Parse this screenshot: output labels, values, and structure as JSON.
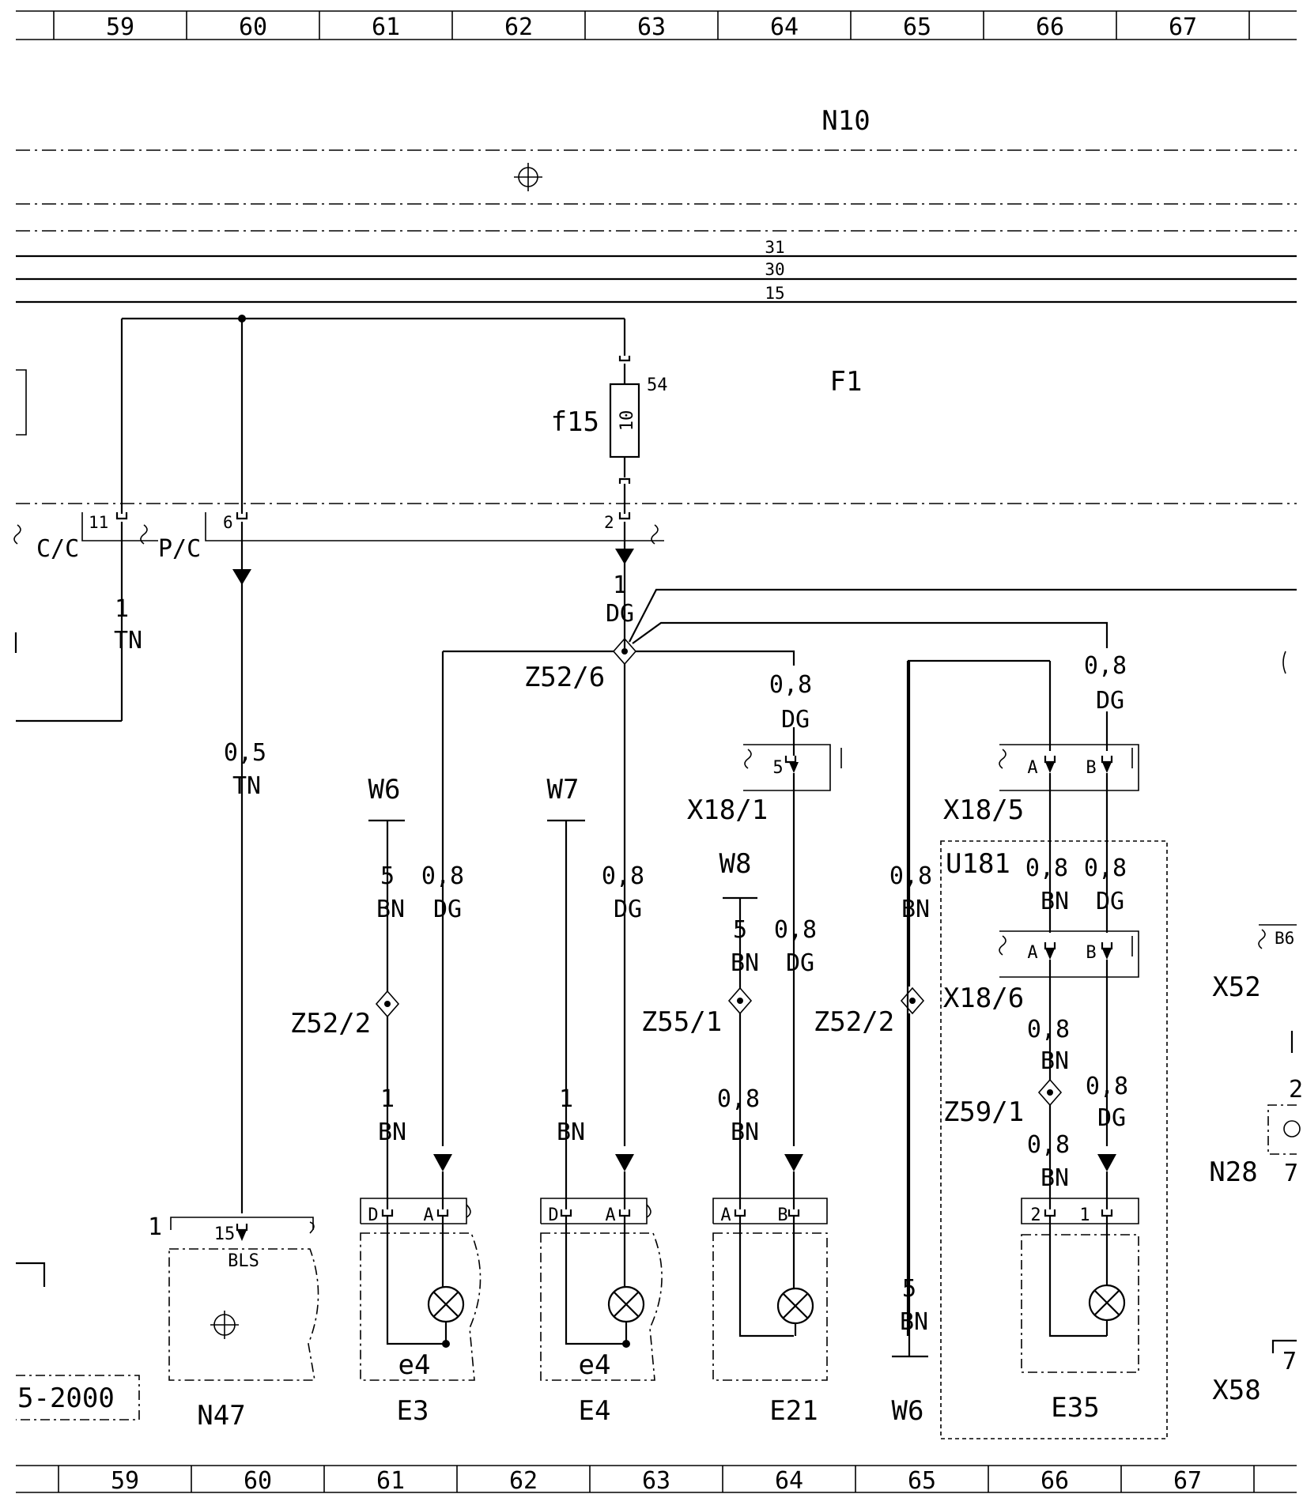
{
  "grid": {
    "columns": [
      "59",
      "60",
      "61",
      "62",
      "63",
      "64",
      "65",
      "66",
      "67"
    ]
  },
  "modules": {
    "n10": "N10",
    "f1": "F1",
    "n47": "N47",
    "e3": "E3",
    "e4": "E4",
    "e21": "E21",
    "e35": "E35",
    "u181": "U181",
    "x52": "X52",
    "n28": "N28",
    "x58": "X58",
    "e4_sub_a": "e4",
    "e4_sub_b": "e4",
    "date_fragment": "5-2000"
  },
  "bus": {
    "l31": "31",
    "l30": "30",
    "l15": "15"
  },
  "fuse": {
    "name": "f15",
    "rating": "10",
    "pin": "54"
  },
  "connectors": {
    "cc": "C/C",
    "pc": "P/C",
    "cc_pin": "11",
    "pc_pin": "6",
    "fuse_out_pin": "2",
    "x18_1": "X18/1",
    "x18_1_pin": "5",
    "x18_5": "X18/5",
    "x18_6": "X18/6",
    "pin_a": "A",
    "pin_b": "B",
    "pin_d": "D",
    "pin_1": "1",
    "pin_2": "2",
    "n47_left_pin": "1",
    "n47_pin": "15",
    "n47_pin_label": "BLS",
    "x52_pin": "B6",
    "n28_pin_top": "2",
    "n28_pin_bot": "7",
    "x58_pin": "7"
  },
  "splices": {
    "z52_6": "Z52/6",
    "z52_2a": "Z52/2",
    "z55_1": "Z55/1",
    "z52_2b": "Z52/2",
    "z59_1": "Z59/1"
  },
  "grounds": {
    "w6a": "W6",
    "w7": "W7",
    "w8": "W8",
    "w6b": "W6"
  },
  "wires": {
    "tn_cc": {
      "size": "1",
      "color": "TN"
    },
    "tn_pc": {
      "size": "0,5",
      "color": "TN"
    },
    "dg_main": {
      "size": "1",
      "color": "DG"
    },
    "dg_x181": {
      "size": "0,8",
      "color": "DG"
    },
    "dg_x185b": {
      "size": "0,8",
      "color": "DG"
    },
    "bn_w6": {
      "size": "5",
      "color": "BN"
    },
    "dg_e3": {
      "size": "0,8",
      "color": "DG"
    },
    "bn_e3": {
      "size": "1",
      "color": "BN"
    },
    "dg_e4": {
      "size": "0,8",
      "color": "DG"
    },
    "bn_e4": {
      "size": "1",
      "color": "BN"
    },
    "bn_w8": {
      "size": "5",
      "color": "BN"
    },
    "dg_e21": {
      "size": "0,8",
      "color": "DG"
    },
    "bn_e21": {
      "size": "0,8",
      "color": "BN"
    },
    "bn_z522": {
      "size": "0,8",
      "color": "BN"
    },
    "bn_w6b": {
      "size": "5",
      "color": "BN"
    },
    "bn_u181a": {
      "size": "0,8",
      "color": "BN"
    },
    "dg_u181b": {
      "size": "0,8",
      "color": "DG"
    },
    "bn_z591_top": {
      "size": "0,8",
      "color": "BN"
    },
    "bn_z591_bot": {
      "size": "0,8",
      "color": "BN"
    },
    "dg_e35": {
      "size": "0,8",
      "color": "DG"
    }
  }
}
